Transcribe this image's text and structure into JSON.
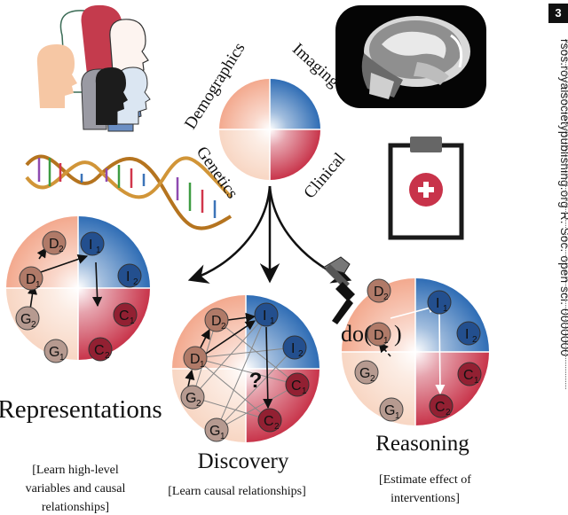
{
  "page": {
    "number": "3",
    "journal_line": "rsos.royalsocietypublishing.org R. Soc. open sci. 0000000"
  },
  "center_wheel": {
    "labels": {
      "demographics": "Demographics",
      "imaging": "Imaging",
      "genetics": "Genetics",
      "clinical": "Clinical"
    }
  },
  "colors": {
    "demographics": "#f3a98e",
    "imaging": "#2f6db5",
    "genetics": "#f8d6c3",
    "clinical": "#c8344a"
  },
  "panels": {
    "representations": {
      "title": "Representations",
      "caption": [
        "[Learn high-level",
        "variables and causal",
        "relationships]"
      ],
      "nodes": {
        "d2": "D",
        "d1": "D",
        "i1": "I",
        "i2": "I",
        "g2": "G",
        "g1": "G",
        "c1": "C",
        "c2": "C"
      },
      "subs": {
        "d2": "2",
        "d1": "1",
        "i1": "1",
        "i2": "2",
        "g2": "2",
        "g1": "1",
        "c1": "1",
        "c2": "2"
      }
    },
    "discovery": {
      "title": "Discovery",
      "caption": [
        "[Learn causal relationships]"
      ],
      "question": "?",
      "nodes": {
        "d2": "D",
        "d1": "D",
        "i1": "I",
        "i2": "I",
        "g2": "G",
        "g1": "G",
        "c1": "C",
        "c2": "C"
      },
      "subs": {
        "d2": "2",
        "d1": "1",
        "i1": "1",
        "i2": "2",
        "g2": "2",
        "g1": "1",
        "c1": "1",
        "c2": "2"
      }
    },
    "reasoning": {
      "title": "Reasoning",
      "caption": [
        "[Estimate effect of",
        "interventions]"
      ],
      "do_label": "do(",
      "do_close": ")",
      "nodes": {
        "d2": "D",
        "d1": "D",
        "i1": "I",
        "i2": "I",
        "g2": "G",
        "g1": "G",
        "c1": "C",
        "c2": "C"
      },
      "subs": {
        "d2": "2",
        "d1": "1",
        "i1": "1",
        "i2": "2",
        "g2": "2",
        "g1": "1",
        "c1": "1",
        "c2": "2"
      }
    }
  }
}
